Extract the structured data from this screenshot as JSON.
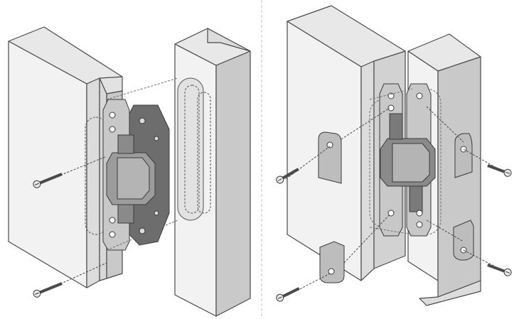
{
  "figure": {
    "panels": [
      {
        "id": "left",
        "subject": "concealed-hinge-exploded-view"
      },
      {
        "id": "right",
        "subject": "concealed-hinge-installed-with-mounting-plates"
      }
    ],
    "colors": {
      "background": "#ffffff",
      "wood-face": "#f2f2f2",
      "wood-side": "#dcdcdc",
      "wood-edge": "#c4c4c4",
      "outline": "#4a4a4a",
      "hinge-dark": "#6d6d6d",
      "hinge-mid": "#9c9c9c",
      "hinge-light": "#c8c8c8",
      "plate": "#bdbdbd",
      "divider": "#c0c0c0"
    },
    "icons": [
      "screw-icon",
      "hinge-icon",
      "mounting-plate-icon"
    ]
  }
}
